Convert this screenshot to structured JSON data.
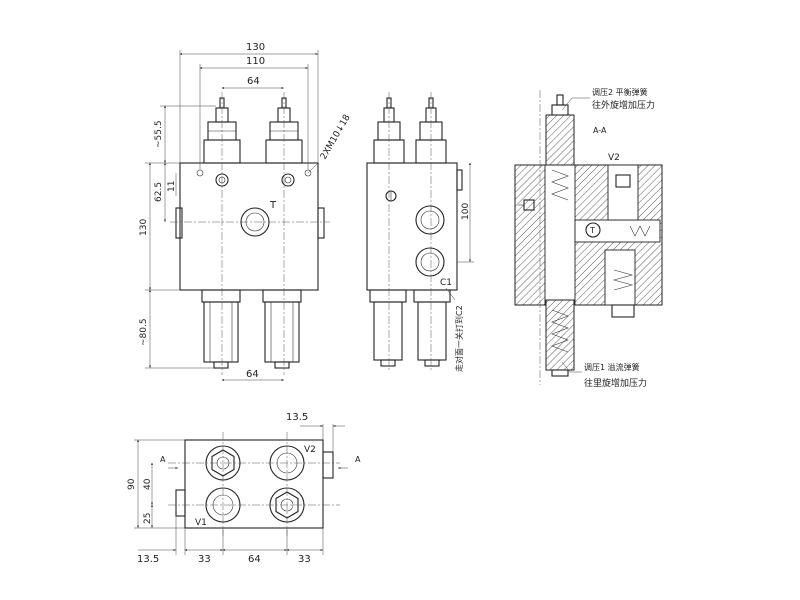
{
  "front_view": {
    "dim_130_top": "130",
    "dim_110": "110",
    "dim_64_top": "64",
    "dim_55_5": "~55.5",
    "dim_62_5": "62.5",
    "dim_11": "11",
    "dim_130_left": "130",
    "dim_80_5": "~80.5",
    "dim_64_bottom": "64",
    "thread_label": "2XM10↓18",
    "port_t": "T"
  },
  "side_view": {
    "dim_100": "100",
    "port_c1": "C1",
    "note_vertical": "走对面一关打到C2"
  },
  "section_view": {
    "section_label": "A-A",
    "port_v2": "V2",
    "note_top_line1": "调压2 平衡弹簧",
    "note_top_line2": "往外旋增加压力",
    "note_bottom_line1": "调压1 溢流弹簧",
    "note_bottom_line2": "往里旋增加压力"
  },
  "bottom_view": {
    "dim_13_5_top": "13.5",
    "dim_90": "90",
    "dim_40": "40",
    "dim_25": "25",
    "dim_13_5_bottom": "13.5",
    "dim_33_left": "33",
    "dim_64": "64",
    "dim_33_right": "33",
    "port_v1": "V1",
    "port_v2": "V2",
    "section_mark_left": "A",
    "section_mark_right": "A"
  }
}
